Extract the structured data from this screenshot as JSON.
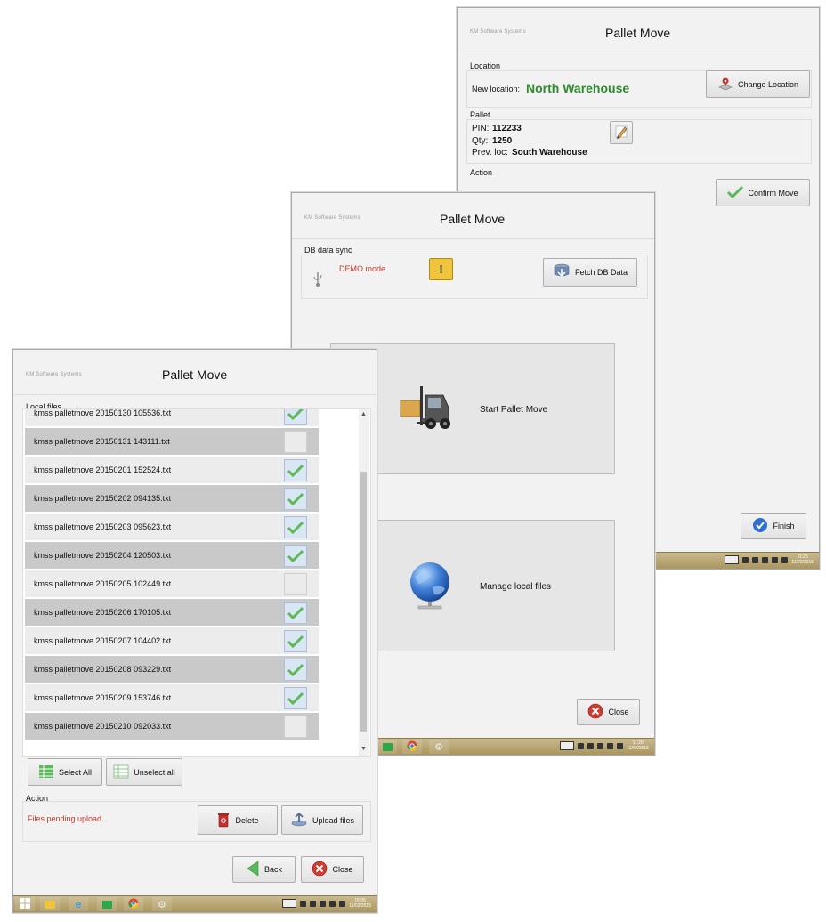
{
  "brand_text": "KM Software Systems",
  "window_c": {
    "title": "Pallet Move",
    "location": {
      "group_label": "Location",
      "new_location_label": "New location:",
      "new_location_value": "North Warehouse",
      "change_button": "Change Location"
    },
    "pallet": {
      "group_label": "Pallet",
      "pin_label": "PIN:",
      "pin_value": "112233",
      "qty_label": "Qty:",
      "qty_value": "1250",
      "prev_label": "Prev. loc:",
      "prev_value": "South Warehouse"
    },
    "action": {
      "group_label": "Action",
      "confirm_button": "Confirm Move"
    },
    "finish_button": "Finish",
    "clock_time": "11:25",
    "clock_date": "11/02/2015"
  },
  "window_b": {
    "title": "Pallet Move",
    "sync": {
      "group_label": "DB data sync",
      "status": "DEMO mode",
      "fetch_button": "Fetch DB Data"
    },
    "start_button": "Start Pallet Move",
    "manage_button": "Manage local files",
    "close_button": "Close",
    "clock_time": "11:20",
    "clock_date": "11/02/2015"
  },
  "window_a": {
    "title": "Pallet Move",
    "files_group_label": "Local files",
    "files": [
      {
        "name": "kmss palletmove 20150130 105536.txt",
        "checked": true
      },
      {
        "name": "kmss palletmove 20150131 143111.txt",
        "checked": false
      },
      {
        "name": "kmss palletmove 20150201 152524.txt",
        "checked": true
      },
      {
        "name": "kmss palletmove 20150202 094135.txt",
        "checked": true
      },
      {
        "name": "kmss palletmove 20150203 095623.txt",
        "checked": true
      },
      {
        "name": "kmss palletmove 20150204 120503.txt",
        "checked": true
      },
      {
        "name": "kmss palletmove 20150205 102449.txt",
        "checked": false
      },
      {
        "name": "kmss palletmove 20150206 170105.txt",
        "checked": true
      },
      {
        "name": "kmss palletmove 20150207 104402.txt",
        "checked": true
      },
      {
        "name": "kmss palletmove 20150208 093229.txt",
        "checked": true
      },
      {
        "name": "kmss palletmove 20150209 153746.txt",
        "checked": true
      },
      {
        "name": "kmss palletmove 20150210 092033.txt",
        "checked": false
      }
    ],
    "select_all_button": "Select All",
    "unselect_all_button": "Unselect all",
    "action_group_label": "Action",
    "pending_text": "Files pending upload.",
    "delete_button": "Delete",
    "upload_button": "Upload files",
    "back_button": "Back",
    "close_button": "Close",
    "clock_time": "15:05",
    "clock_date": "11/02/2015"
  },
  "colors": {
    "location_green": "#2f8a2f",
    "status_red": "#c0392b",
    "row_light": "#ececec",
    "row_dark": "#c9c9c9",
    "taskbar": "#b09d66"
  }
}
